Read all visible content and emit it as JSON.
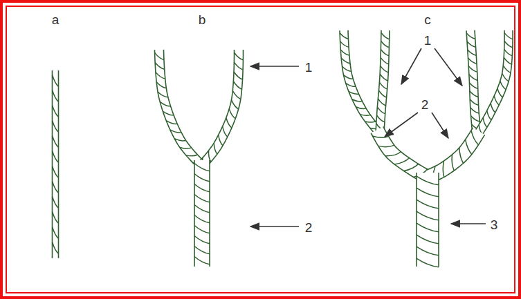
{
  "diagram": {
    "labels": [
      "a",
      "b",
      "c",
      "1",
      "2",
      "1",
      "2",
      "3"
    ]
  }
}
